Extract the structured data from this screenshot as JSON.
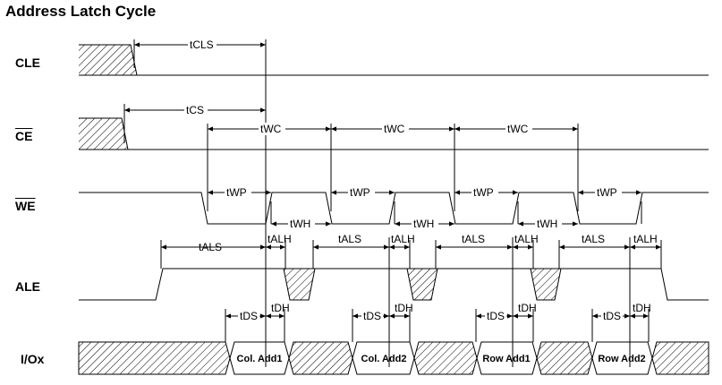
{
  "title": "Address Latch Cycle",
  "signals": {
    "cle": "CLE",
    "ce": "CE",
    "we": "WE",
    "ale": "ALE",
    "io": "I/Ox"
  },
  "timing_labels": {
    "tcls": "tCLS",
    "tcs": "tCS",
    "twc": "tWC",
    "twp": "tWP",
    "twh": "tWH",
    "talh": "tALH",
    "tals": "tALS",
    "tds": "tDS",
    "tdh": "tDH"
  },
  "bus_values": [
    "Col. Add1",
    "Col. Add2",
    "Row Add1",
    "Row Add2"
  ],
  "colors": {
    "line": "#000000",
    "hatch": "#000000"
  }
}
